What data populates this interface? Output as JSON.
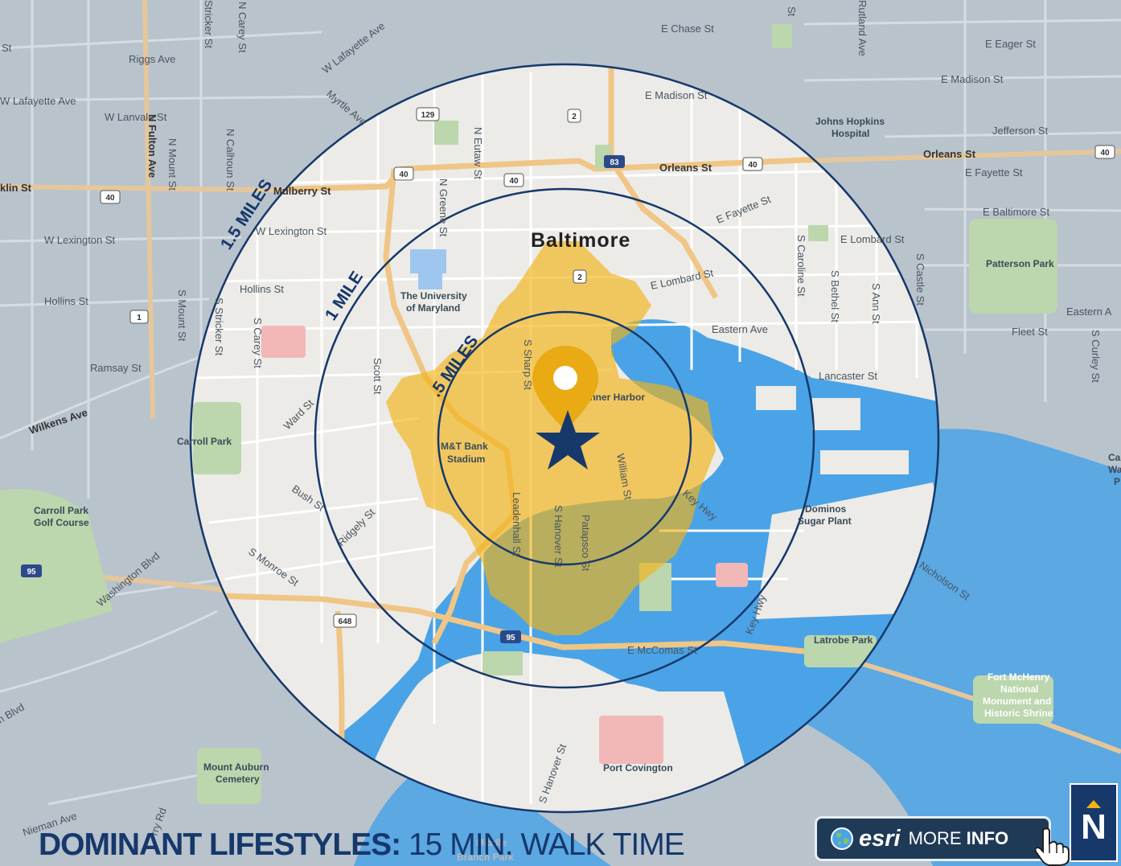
{
  "map": {
    "city_label": "Baltimore",
    "rings": [
      "1.5 MILES",
      "1 MILE",
      ".5 MILES"
    ],
    "colors": {
      "ring": "#16386b",
      "walk_area": "#f2b315",
      "marker": "#e9aa14",
      "star": "#16386b",
      "water": "#4aa3e6",
      "land_outside": "#b9c3cc",
      "land_inside": "#ecebe7"
    },
    "labels": {
      "e_chase_st": "E Chase St",
      "e_eager_st": "E Eager St",
      "e_madison_st_r": "E Madison St",
      "e_madison_st": "E Madison St",
      "riggs_ave": "Riggs Ave",
      "w_lafayette_ave_top": "W Lafayette Ave",
      "w_lafayette_ave": "W Lafayette Ave",
      "w_lanvale_st": "W Lanvale St",
      "stricker_st_top": "Stricker St",
      "n_carey_st": "N Carey St",
      "myrtle_ave": "Myrtle Ave",
      "rutland_ave": "Rutland Ave",
      "johns_hopkins": "Johns Hopkins",
      "hospital": "Hospital",
      "jefferson_st": "Jefferson St",
      "orleans_st": "Orleans St",
      "orleans_st_r": "Orleans St",
      "e_fayette_st": "E Fayette St",
      "e_fayette_st_r": "E Fayette St",
      "e_baltimore_st": "E Baltimore St",
      "mulberry_st": "Mulberry St",
      "franklin_st": "klin St",
      "w_lexington_st": "W Lexington St",
      "w_lexington_st_2": "W Lexington St",
      "n_fulton_ave": "N Fulton Ave",
      "n_mount_st": "N Mount St",
      "n_calhoun_st": "N Calhoun St",
      "n_greene_st": "N Greene St",
      "n_eutaw_st": "N Eutaw St",
      "hollins_st": "Hollins St",
      "hollins_st_2": "Hollins St",
      "s_mount_st": "S Mount St",
      "s_stricker_st": "S Stricker St",
      "s_carey_st": "S Carey St",
      "ramsay_st": "Ramsay St",
      "wilkens_ave": "Wilkens Ave",
      "ward_st": "Ward St",
      "scott_st": "Scott St",
      "univ_md_1": "The University",
      "univ_md_2": "of Maryland",
      "s_sharp_st": "S Sharp St",
      "inner_harbor": "Inner Harbor",
      "e_lombard_st": "E Lombard St",
      "e_lombard_st_r": "E Lombard St",
      "eastern_ave": "Eastern Ave",
      "eastern_ave_r": "Eastern A",
      "s_caroline_st": "S Caroline St",
      "s_bethel_st": "S Bethel St",
      "s_ann_st": "S Ann St",
      "s_castle_st": "S Castle St",
      "patterson_park": "Patterson Park",
      "fleet_st": "Fleet St",
      "s_curley_st": "S Curley St",
      "lancaster_st": "Lancaster St",
      "carroll_park": "Carroll Park",
      "mt_bank_1": "M&T Bank",
      "mt_bank_2": "Stadium",
      "william_st": "William St",
      "key_hwy": "Key Hwy",
      "key_hwy_2": "Key Hwy",
      "dominos_1": "Dominos",
      "dominos_2": "Sugar Plant",
      "carroll_golf_1": "Carroll Park",
      "carroll_golf_2": "Golf Course",
      "washington_blvd": "Washington Blvd",
      "bush_st": "Bush St",
      "ridgely_st": "Ridgely St",
      "leadenhall_st": "Leadenhall St",
      "s_hanover_st": "S Hanover St",
      "patapsco_st": "Patapsco St",
      "s_monroe_st": "S Monroe St",
      "e_mccomas_st": "E McComas St",
      "latrobe_park": "Latrobe Park",
      "nicholson_st": "Nicholson St",
      "fort_1": "Fort McHenry",
      "fort_2": "National",
      "fort_3": "Monument and",
      "fort_4": "Historic Shrine",
      "mount_auburn_1": "Mount Auburn",
      "mount_auburn_2": "Cemetery",
      "port_covington": "Port Covington",
      "s_hanover_st_2": "S Hanover St",
      "nieman_ave": "Nieman Ave",
      "blvd_left": "n Blvd",
      "ferry_rd": "rry Rd",
      "s_st_left": "St",
      "e_st_top": "St",
      "canton_1": "Ca",
      "canton_2": "Wat",
      "canton_3": "P",
      "middle_branch_1": "Middle",
      "middle_branch_2": "Branch Park"
    },
    "shields": [
      "129",
      "2",
      "83",
      "40",
      "40",
      "40",
      "40",
      "40",
      "2",
      "1",
      "95",
      "648",
      "95"
    ]
  },
  "caption": {
    "title": "DOMINANT LIFESTYLES:",
    "rest": " 15 MIN. WALK TIME"
  },
  "more_info_button": {
    "brand": "esri",
    "more": "MORE",
    "info": "INFO"
  },
  "north_badge": {
    "letter": "N"
  }
}
